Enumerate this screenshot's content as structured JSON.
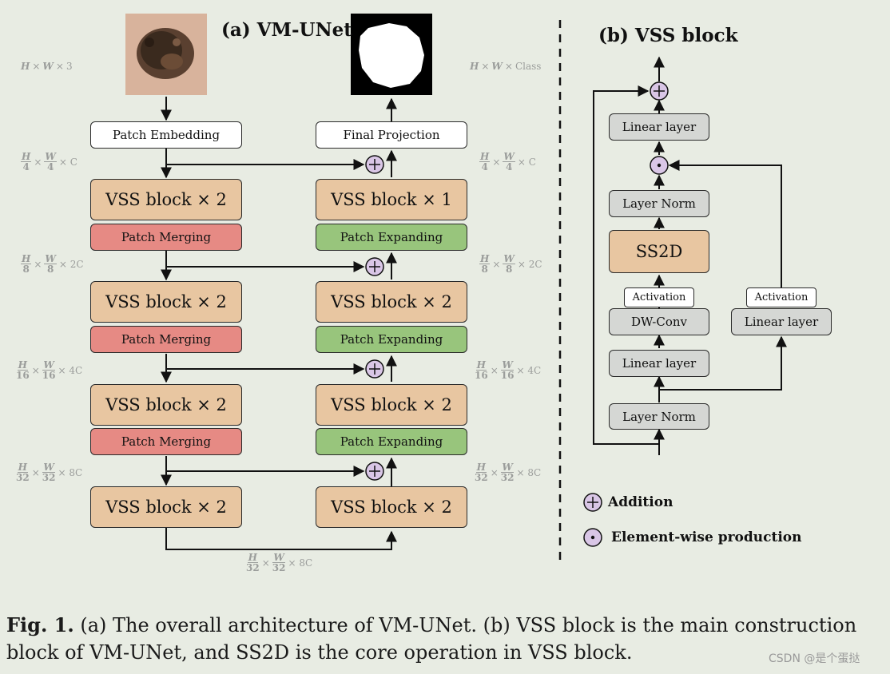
{
  "panel_a": {
    "title": "(a) VM-UNet",
    "input_dim": [
      "H",
      "×",
      "W",
      "×",
      "3"
    ],
    "output_dim": [
      "H",
      "×",
      "W",
      "×",
      "Class"
    ],
    "patch_embedding": "Patch Embedding",
    "final_projection": "Final Projection",
    "encoder": {
      "vss_blocks": [
        "VSS block × 2",
        "VSS block × 2",
        "VSS block × 2",
        "VSS block × 2"
      ],
      "merging": [
        "Patch Merging",
        "Patch Merging",
        "Patch Merging"
      ]
    },
    "decoder": {
      "vss_blocks": [
        "VSS block × 1",
        "VSS block × 2",
        "VSS block × 2",
        "VSS block × 2"
      ],
      "expanding": [
        "Patch Expanding",
        "Patch Expanding",
        "Patch Expanding"
      ]
    },
    "scale_dims": [
      {
        "h": "H",
        "hd": "4",
        "w": "W",
        "wd": "4",
        "c": "× C"
      },
      {
        "h": "H",
        "hd": "8",
        "w": "W",
        "wd": "8",
        "c": "× 2C"
      },
      {
        "h": "H",
        "hd": "16",
        "w": "W",
        "wd": "16",
        "c": "× 4C"
      },
      {
        "h": "H",
        "hd": "32",
        "w": "W",
        "wd": "32",
        "c": "× 8C"
      }
    ],
    "bottleneck_dim": {
      "h": "H",
      "hd": "32",
      "w": "W",
      "wd": "32",
      "c": "× 8C"
    }
  },
  "panel_b": {
    "title": "(b) VSS block",
    "linear_top": "Linear layer",
    "layer_norm_top": "Layer Norm",
    "ss2d": "SS2D",
    "activation_left": "Activation",
    "dwconv": "DW-Conv",
    "linear_mid": "Linear layer",
    "layer_norm_bottom": "Layer Norm",
    "activation_right": "Activation",
    "linear_right": "Linear layer"
  },
  "legend": {
    "addition": "Addition",
    "elementwise": "Element-wise production"
  },
  "caption": {
    "label": "Fig. 1.",
    "text": " (a) The overall architecture of VM-UNet. (b) VSS block is the main construction block of VM-UNet, and SS2D is the core operation in VSS block."
  },
  "watermark": "CSDN @是个蛋挞",
  "colors": {
    "vss": "#e8c6a1",
    "merging": "#e68a84",
    "expanding": "#98c57c",
    "layer": "#d5d7d4",
    "operator": "#d9c6e6"
  },
  "icons": {
    "addition": "circled-plus-icon",
    "elementwise": "circled-dot-icon"
  }
}
